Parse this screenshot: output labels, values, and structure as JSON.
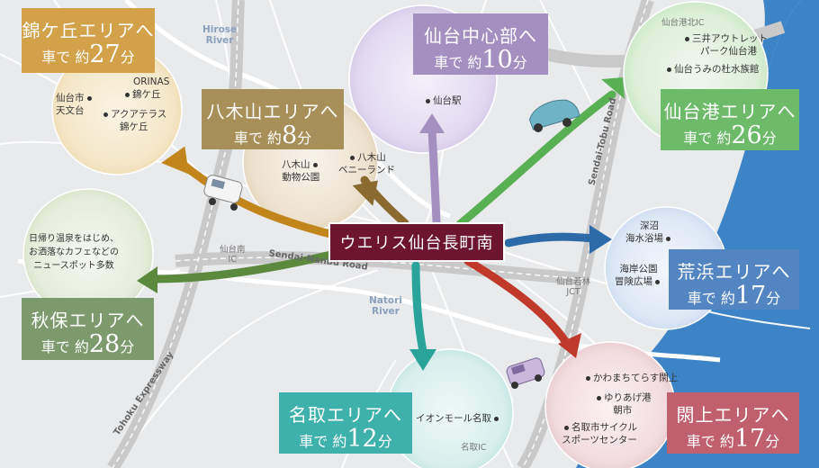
{
  "center": {
    "label": "ウエリス仙台長町南"
  },
  "areas": {
    "nishikigaoka": {
      "line1": "錦ケ丘エリアへ",
      "prefix": "車で 約",
      "minutes": "27",
      "suffix": "分",
      "color": "#d2a14a"
    },
    "sendai_center": {
      "line1": "仙台中心部へ",
      "prefix": "車で 約",
      "minutes": "10",
      "suffix": "分",
      "color": "#a38fc0"
    },
    "yagiyama": {
      "line1": "八木山エリアへ",
      "prefix": "車で 約",
      "minutes": "8",
      "suffix": "分",
      "color": "#a88e58"
    },
    "sendai_port": {
      "line1": "仙台港エリアへ",
      "prefix": "車で 約",
      "minutes": "26",
      "suffix": "分",
      "color": "#6cba6a"
    },
    "arahama": {
      "line1": "荒浜エリアへ",
      "prefix": "車で 約",
      "minutes": "17",
      "suffix": "分",
      "color": "#5385c2"
    },
    "akiu": {
      "line1": "秋保エリアへ",
      "prefix": "車で 約",
      "minutes": "28",
      "suffix": "分",
      "color": "#7c9a6c"
    },
    "natori": {
      "line1": "名取エリアへ",
      "prefix": "車で 約",
      "minutes": "12",
      "suffix": "分",
      "color": "#3fb1ad"
    },
    "yuriage": {
      "line1": "閖上エリアへ",
      "prefix": "車で 約",
      "minutes": "17",
      "suffix": "分",
      "color": "#c0606e"
    }
  },
  "places": {
    "orinas": "ORINAS",
    "nishikigaoka": "錦ケ丘",
    "observatory_l1": "仙台市",
    "observatory_l2": "天文台",
    "aquaterrace_l1": "アクアテラス",
    "aquaterrace_l2": "錦ケ丘",
    "sendai_station": "仙台駅",
    "zoo_l1": "八木山",
    "zoo_l2": "動物公園",
    "benyland_l1": "八木山",
    "benyland_l2": "ベニーランド",
    "outlet_l1": "三井アウトレット",
    "outlet_l2": "パーク仙台港",
    "aquarium": "仙台うみの杜水族館",
    "fukanuma_l1": "深沼",
    "fukanuma_l2": "海水浴場",
    "coastal_park_l1": "海岸公園",
    "coastal_park_l2": "冒険広場",
    "akiu_l1": "日帰り温泉をはじめ、",
    "akiu_l2": "お洒落なカフェなどの",
    "akiu_l3": "ニュースポット多数",
    "aeon": "イオンモール名取",
    "kawamachi": "かわまちてらす閖上",
    "yuriage_market_l1": "ゆりあげ港",
    "yuriage_market_l2": "朝市",
    "cycle_l1": "名取市サイクル",
    "cycle_l2": "スポーツセンター"
  },
  "roads": {
    "sendai_nanbu": "Sendai-Nanbu Road",
    "tobu": "Sendai-Tobu Road",
    "tohoku": "Tohoku Expressway",
    "sendaiko_ic": "仙台港北IC",
    "sendai_minami_ic_l1": "仙台南",
    "sendai_minami_ic_l2": "IC",
    "wakabayashi_jct_l1": "仙台若林",
    "wakabayashi_jct_l2": "JCT",
    "natori_ic": "名取IC"
  },
  "rivers": {
    "hirose_l1": "Hirose",
    "hirose_l2": "River",
    "natori_l1": "Natori",
    "natori_l2": "River"
  }
}
